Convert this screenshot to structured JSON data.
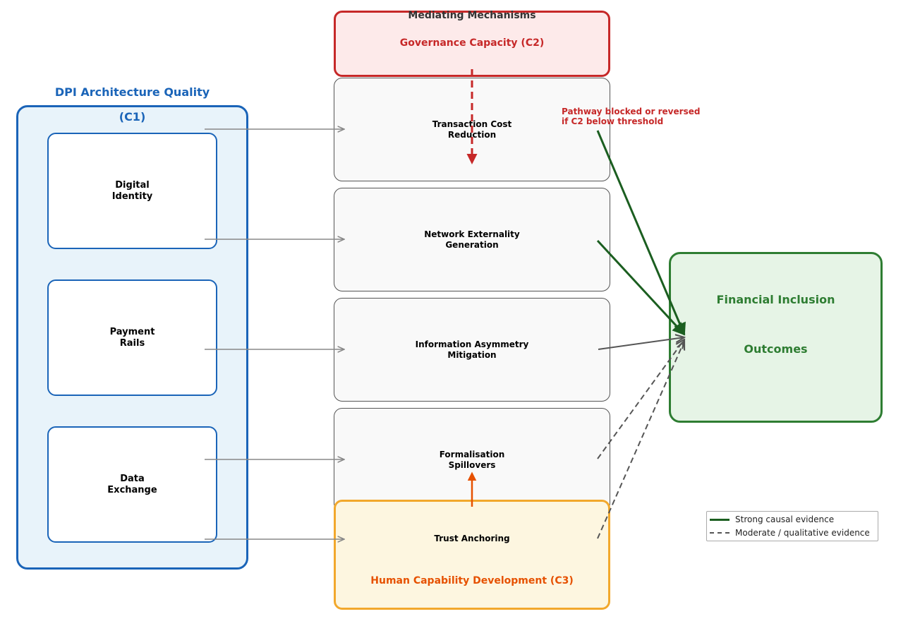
{
  "c1": {
    "title_line1": "DPI Architecture Quality",
    "title_line2": "(C1)",
    "components": [
      {
        "label": "Digital\nIdentity"
      },
      {
        "label": "Payment\nRails"
      },
      {
        "label": "Data\nExchange"
      }
    ]
  },
  "mediating": {
    "header": "Mediating Mechanisms",
    "mechanisms": [
      {
        "label": "Transaction Cost\nReduction"
      },
      {
        "label": "Network Externality\nGeneration"
      },
      {
        "label": "Information Asymmetry\nMitigation"
      },
      {
        "label": "Formalisation\nSpillovers"
      },
      {
        "label": "Trust Anchoring"
      }
    ]
  },
  "c2": {
    "label": "Governance Capacity (C2)",
    "note": "Pathway blocked or reversed\nif C2 below threshold",
    "color": "#c62828"
  },
  "c3": {
    "label": "Human Capability Development (C3)",
    "color": "#e65100"
  },
  "outcome": {
    "line1": "Financial Inclusion",
    "line2": "Outcomes",
    "color": "#2e7d32"
  },
  "legend": {
    "strong": "Strong causal evidence",
    "moderate": "Moderate / qualitative evidence"
  }
}
